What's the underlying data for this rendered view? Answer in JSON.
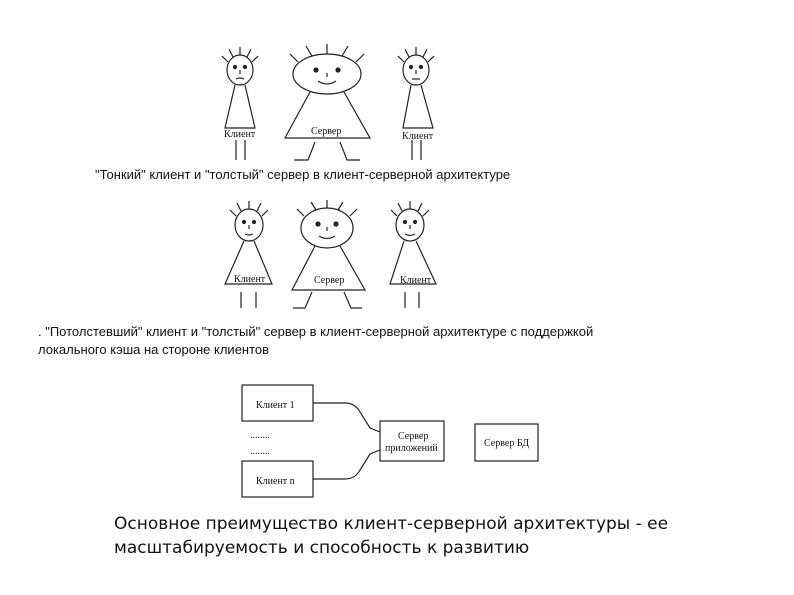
{
  "figure1": {
    "caption": "\"Тонкий\" клиент и \"толстый\" сервер в клиент-серверной архитектуре",
    "left_label": "Клиент",
    "center_label": "Сервер",
    "right_label": "Клиент"
  },
  "figure2": {
    "caption_line1": ". \"Потолстевший\" клиент и \"толстый\" сервер в клиент-серверной архитектуре с поддержкой",
    "caption_line2": "локального кэша на стороне клиентов",
    "left_label": "Клиент",
    "center_label": "Сервер",
    "right_label": "Клиент"
  },
  "figure3": {
    "client1": "Клиент 1",
    "clientn": "Клиент n",
    "dots1": "........",
    "dots2": "........",
    "app_server_line1": "Сервер",
    "app_server_line2": "приложений",
    "db_server": "Сервер БД"
  },
  "conclusion": {
    "line1": "Основное преимущество клиент-серверной архитектуры - ее",
    "line2": "масштабируемость и способность к развитию"
  }
}
